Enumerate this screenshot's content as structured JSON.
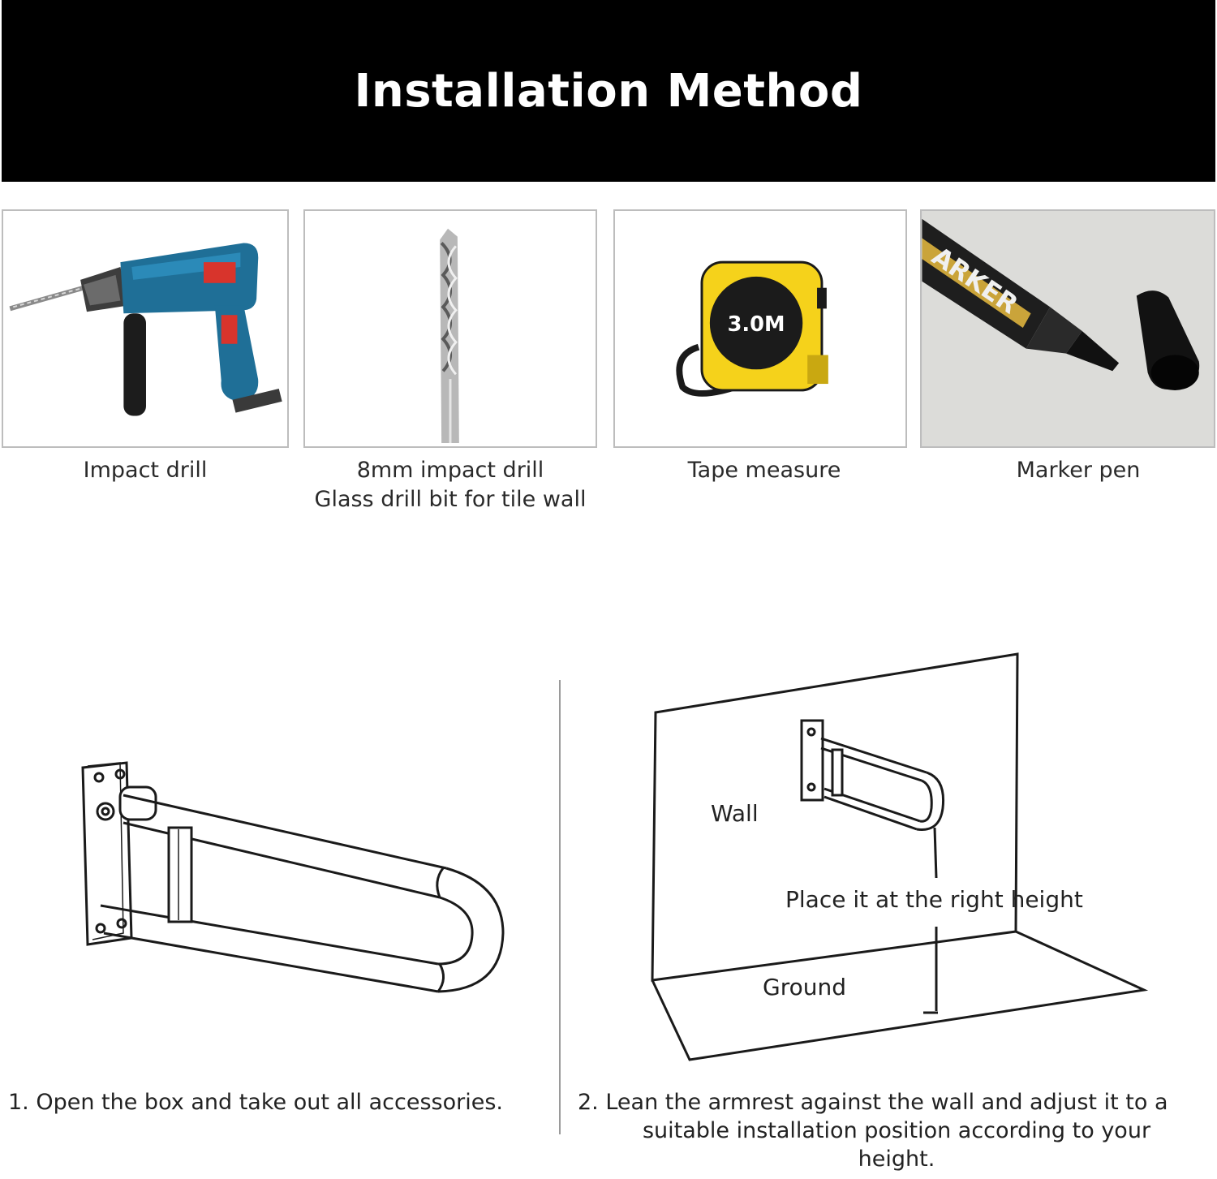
{
  "header": {
    "title": "Installation Method"
  },
  "tools": [
    {
      "label_line1": "Impact drill",
      "label_line2": ""
    },
    {
      "label_line1": "8mm impact drill",
      "label_line2": "Glass drill bit for tile wall"
    },
    {
      "label_line1": "Tape measure",
      "label_line2": ""
    },
    {
      "label_line1": "Marker pen",
      "label_line2": ""
    }
  ],
  "tape_measure_text": "3.0M",
  "marker_text": "ARKER",
  "diagram": {
    "wall_label": "Wall",
    "height_label": "Place it at the right height",
    "ground_label": "Ground"
  },
  "steps": [
    {
      "text": "1. Open the box and take out all accessories."
    },
    {
      "line1": "2. Lean the armrest against the wall and adjust it to a",
      "line2": "suitable installation position according to your",
      "line3": "height."
    }
  ]
}
